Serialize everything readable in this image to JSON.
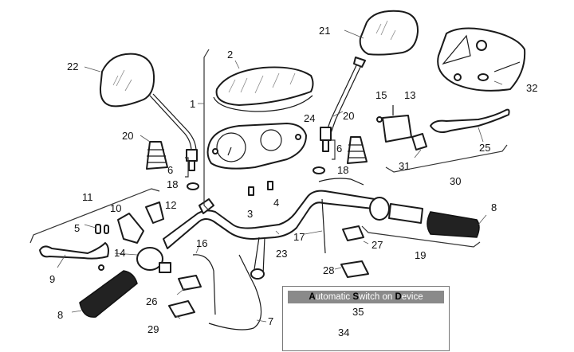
{
  "diagram": {
    "title": "Handlebar and controls exploded parts view",
    "labels": [
      {
        "id": "1",
        "text": "1"
      },
      {
        "id": "2",
        "text": "2"
      },
      {
        "id": "3",
        "text": "3"
      },
      {
        "id": "4",
        "text": "4"
      },
      {
        "id": "5",
        "text": "5"
      },
      {
        "id": "6a",
        "text": "6"
      },
      {
        "id": "6b",
        "text": "6"
      },
      {
        "id": "7",
        "text": "7"
      },
      {
        "id": "8a",
        "text": "8"
      },
      {
        "id": "8b",
        "text": "8"
      },
      {
        "id": "9",
        "text": "9"
      },
      {
        "id": "10",
        "text": "10"
      },
      {
        "id": "11",
        "text": "11"
      },
      {
        "id": "12",
        "text": "12"
      },
      {
        "id": "13",
        "text": "13"
      },
      {
        "id": "14",
        "text": "14"
      },
      {
        "id": "15",
        "text": "15"
      },
      {
        "id": "16",
        "text": "16"
      },
      {
        "id": "17",
        "text": "17"
      },
      {
        "id": "18a",
        "text": "18"
      },
      {
        "id": "18b",
        "text": "18"
      },
      {
        "id": "19",
        "text": "19"
      },
      {
        "id": "20a",
        "text": "20"
      },
      {
        "id": "20b",
        "text": "20"
      },
      {
        "id": "21",
        "text": "21"
      },
      {
        "id": "22",
        "text": "22"
      },
      {
        "id": "23",
        "text": "23"
      },
      {
        "id": "24",
        "text": "24"
      },
      {
        "id": "25",
        "text": "25"
      },
      {
        "id": "26",
        "text": "26"
      },
      {
        "id": "27",
        "text": "27"
      },
      {
        "id": "28",
        "text": "28"
      },
      {
        "id": "29",
        "text": "29"
      },
      {
        "id": "30",
        "text": "30"
      },
      {
        "id": "31",
        "text": "31"
      },
      {
        "id": "32",
        "text": "32"
      }
    ],
    "legend": {
      "title_parts": [
        {
          "initial": "A",
          "rest": "utomatic "
        },
        {
          "initial": "S",
          "rest": "witch on "
        },
        {
          "initial": "D",
          "rest": "evice"
        }
      ],
      "labels": [
        {
          "id": "35",
          "text": "35"
        },
        {
          "id": "34",
          "text": "34"
        }
      ]
    }
  }
}
